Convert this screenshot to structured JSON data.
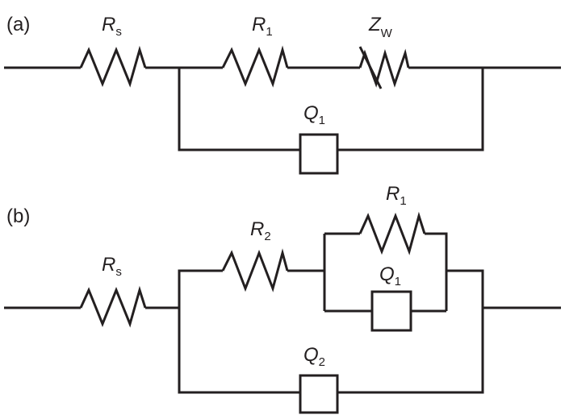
{
  "panels": {
    "a": {
      "tag": "(a)",
      "rs": {
        "main": "R",
        "sub": "s"
      },
      "r1": {
        "main": "R",
        "sub": "1"
      },
      "zw": {
        "main": "Z",
        "sub": "W"
      },
      "q1": {
        "main": "Q",
        "sub": "1"
      }
    },
    "b": {
      "tag": "(b)",
      "rs": {
        "main": "R",
        "sub": "s"
      },
      "r2": {
        "main": "R",
        "sub": "2"
      },
      "r1": {
        "main": "R",
        "sub": "1"
      },
      "q1": {
        "main": "Q",
        "sub": "1"
      },
      "q2": {
        "main": "Q",
        "sub": "2"
      }
    }
  },
  "colors": {
    "line": "#231f20",
    "background": "#ffffff"
  }
}
